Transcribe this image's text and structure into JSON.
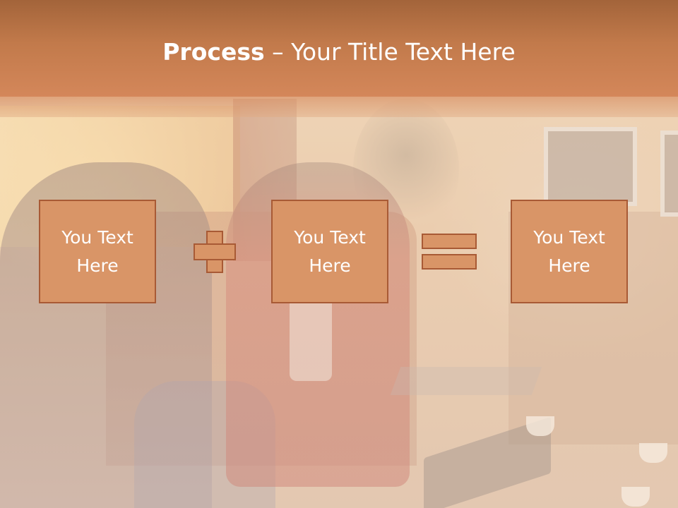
{
  "slide": {
    "title_bold": "Process",
    "title_rest": " – Your Title Text Here",
    "boxes": [
      {
        "line1": "You Text",
        "line2": "Here"
      },
      {
        "line1": "You Text",
        "line2": "Here"
      },
      {
        "line1": "You Text",
        "line2": "Here"
      }
    ],
    "operators": [
      "plus-icon",
      "equals-icon"
    ]
  },
  "colors": {
    "header": "#c27a4b",
    "box_fill": "#d99567",
    "box_border": "#a85a35",
    "text": "#ffffff"
  }
}
